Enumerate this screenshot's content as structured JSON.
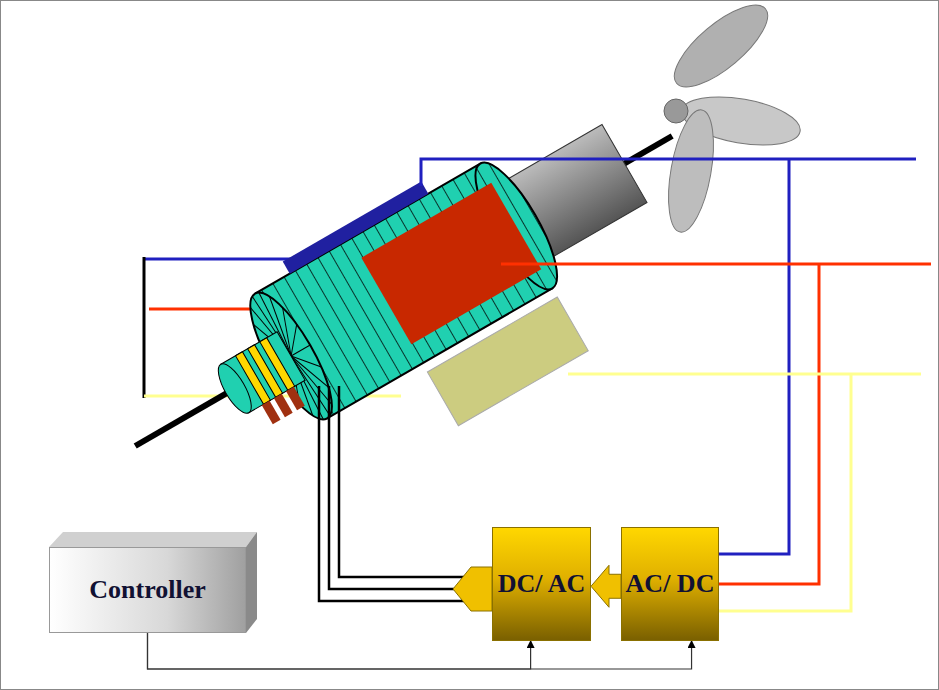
{
  "diagram": {
    "nodes": [
      {
        "text": [
          "Controller"
        ]
      },
      {
        "text": [
          "DC/ AC"
        ]
      },
      {
        "text": [
          "AC/ DC"
        ]
      }
    ],
    "edges": [
      {
        "from": 2,
        "to": 1,
        "arrow": "to"
      },
      {
        "from": 0,
        "to": 1,
        "arrow": "to"
      },
      {
        "from": 0,
        "to": 2,
        "arrow": "to"
      }
    ]
  }
}
